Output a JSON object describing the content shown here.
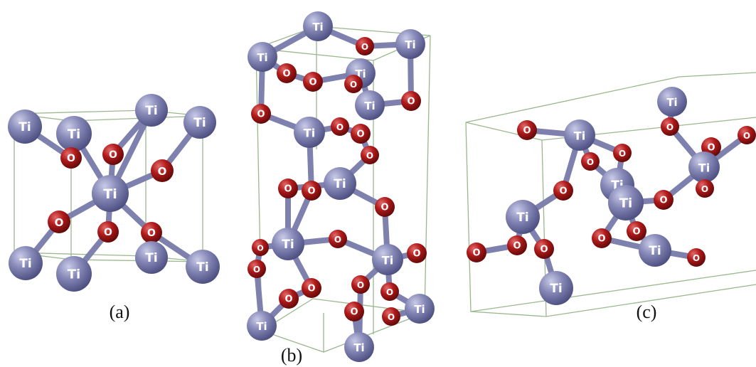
{
  "colors": {
    "titanium": "#8587b6",
    "titanium_shadow": "#4a4c7e",
    "oxygen": "#b01a1a",
    "oxygen_shadow": "#5e0808",
    "bond": "#7e80ad",
    "cell_edge": "#9ab88e",
    "background": "#ffffff"
  },
  "structures": [
    {
      "caption": "(a)",
      "element_labels": {
        "titanium": "Ti",
        "oxygen": "O"
      }
    },
    {
      "caption": "(b)",
      "element_labels": {
        "titanium": "Ti",
        "oxygen": "O"
      }
    },
    {
      "caption": "(c)",
      "element_labels": {
        "titanium": "Ti",
        "oxygen": "O"
      }
    }
  ]
}
